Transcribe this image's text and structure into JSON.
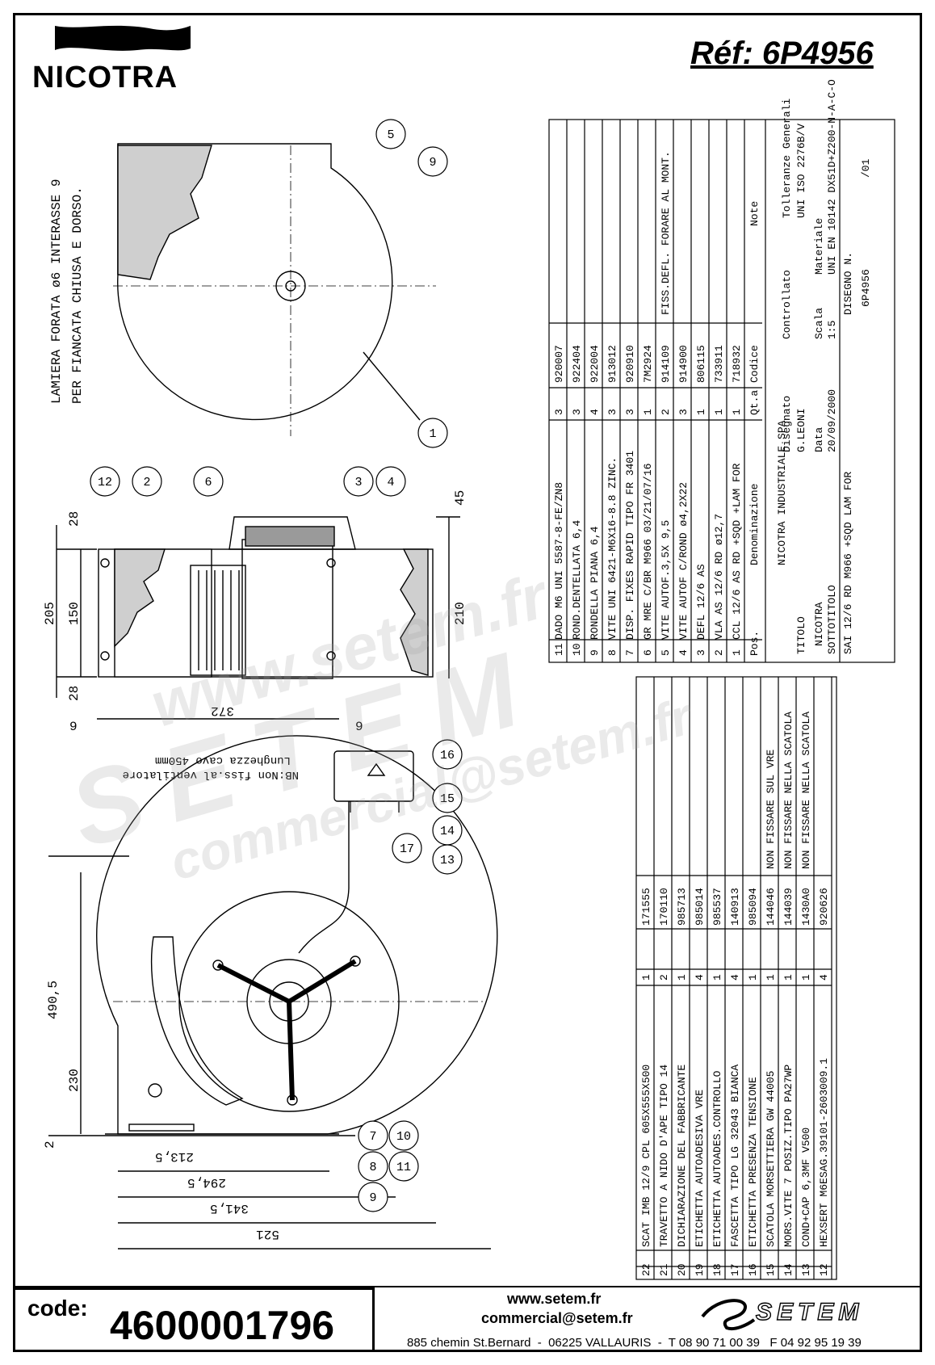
{
  "header": {
    "brand": "NICOTRA",
    "reference": "Réf: 6P4956"
  },
  "drawing": {
    "top_note_line1": "LAMIERA FORATA ø6 INTERASSE 9",
    "top_note_line2": "PER FIANCATA CHIUSA E DORSO.",
    "bottom_note_line1": "NB:Non fiss.al ventilatore",
    "bottom_note_line2": "Lunghezza cavo 450mm",
    "dimensions": {
      "d28a": "28",
      "d205": "205",
      "d150": "150",
      "d28b": "28",
      "d45": "45",
      "d210": "210",
      "d9a": "9",
      "d372": "372",
      "d9b": "9",
      "d490": "490,5",
      "d230": "230",
      "d2": "2",
      "d213": "213,5",
      "d294": "294,5",
      "d341": "341,5",
      "d521": "521"
    },
    "balloons_top": [
      "5",
      "9",
      "1"
    ],
    "balloons_mid": [
      "12",
      "2",
      "6",
      "3",
      "4"
    ],
    "balloons_bot": [
      "16",
      "15",
      "14",
      "13",
      "17",
      "7",
      "8",
      "9",
      "10",
      "11"
    ]
  },
  "bom_upper": {
    "header": {
      "pos": "Pos.",
      "denominazione": "Denominazione",
      "qta": "Qt.a",
      "codice": "Codice",
      "note": "Note"
    },
    "rows": [
      {
        "pos": "11",
        "den": "DADO M6 UNI 5587-8-FE/ZN8",
        "qta": "3",
        "code": "920007",
        "note": ""
      },
      {
        "pos": "10",
        "den": "ROND.DENTELLATA 6,4",
        "qta": "3",
        "code": "922404",
        "note": ""
      },
      {
        "pos": "9",
        "den": "RONDELLA PIANA 6,4",
        "qta": "4",
        "code": "922004",
        "note": ""
      },
      {
        "pos": "8",
        "den": "VITE UNI 6421-M6X16-8.8 ZINC.",
        "qta": "3",
        "code": "913012",
        "note": ""
      },
      {
        "pos": "7",
        "den": "DISP. FIXES RAPID TIPO FR 3401",
        "qta": "3",
        "code": "920910",
        "note": ""
      },
      {
        "pos": "6",
        "den": "GR MRE C/BR M966 03/21/07/16",
        "qta": "1",
        "code": "7M2924",
        "note": ""
      },
      {
        "pos": "5",
        "den": "VITE AUTOF.3,5X 9,5",
        "qta": "2",
        "code": "914109",
        "note": "FISS.DEFL. FORARE AL MONT."
      },
      {
        "pos": "4",
        "den": "VITE AUTOF C/ROND ø4,2X22",
        "qta": "3",
        "code": "914900",
        "note": ""
      },
      {
        "pos": "3",
        "den": "DEFL 12/6 AS",
        "qta": "1",
        "code": "806115",
        "note": ""
      },
      {
        "pos": "2",
        "den": "VLA AS 12/6 RD ø12,7",
        "qta": "1",
        "code": "733911",
        "note": ""
      },
      {
        "pos": "1",
        "den": "CCL 12/6 AS RD +SQD +LAM FOR",
        "qta": "1",
        "code": "718932",
        "note": ""
      }
    ]
  },
  "title_block": {
    "company": "NICOTRA INDUSTRIALE SPA",
    "logo": "NICOTRA",
    "designed_label": "Disegnato",
    "designed": "G.LEONI",
    "controlled_label": "Controllato",
    "date_label": "Data",
    "date": "20/09/2000",
    "scale_label": "Scala",
    "scale": "1:5",
    "material_label": "Materiale",
    "material": "UNI EN 10142 DX51D+Z200-N-A-C-O",
    "tolerance_label": "Tolleranze Generali",
    "tolerance": "UNI ISO 2276B/V",
    "title_label": "TITOLO",
    "title": "SAI 12/6 RD M966 +SQD LAM FOR",
    "subtitle_label": "SOTTOTITOLO",
    "drawing_no_label": "DISEGNO N.",
    "drawing_no": "6P4956",
    "revision": "/01"
  },
  "bom_lower": {
    "rows": [
      {
        "pos": "22",
        "den": "SCAT IMB 12/9 CPL 605X555X500",
        "qta": "1",
        "code": "171555",
        "note": ""
      },
      {
        "pos": "21",
        "den": "TRAVETTO A NIDO D'APE TIPO 14",
        "qta": "2",
        "code": "170110",
        "note": ""
      },
      {
        "pos": "20",
        "den": "DICHIARAZIONE DEL FABBRICANTE",
        "qta": "1",
        "code": "985713",
        "note": ""
      },
      {
        "pos": "19",
        "den": "ETICHETTA AUTOADESIVA VRE",
        "qta": "4",
        "code": "985014",
        "note": ""
      },
      {
        "pos": "18",
        "den": "ETICHETTA AUTOADES.CONTROLLO",
        "qta": "1",
        "code": "985537",
        "note": ""
      },
      {
        "pos": "17",
        "den": "FASCETTA TIPO LG 32043 BIANCA",
        "qta": "4",
        "code": "140913",
        "note": ""
      },
      {
        "pos": "16",
        "den": "ETICHETTA PRESENZA TENSIONE",
        "qta": "1",
        "code": "985094",
        "note": ""
      },
      {
        "pos": "15",
        "den": "SCATOLA MORSETTIERA GW 44005",
        "qta": "1",
        "code": "144046",
        "note": "NON FISSARE SUL VRE"
      },
      {
        "pos": "14",
        "den": "MORS.VITE 7 POSIZ.TIPO PA27WP",
        "qta": "1",
        "code": "144039",
        "note": "NON FISSARE NELLA SCATOLA"
      },
      {
        "pos": "13",
        "den": "COND+CAP 6,3MF V500",
        "qta": "1",
        "code": "1430A0",
        "note": "NON FISSARE NELLA SCATOLA"
      },
      {
        "pos": "12",
        "den": "HEXSERT M6ESAG.39101-2603009.1",
        "qta": "4",
        "code": "920626",
        "note": ""
      }
    ]
  },
  "watermark": {
    "line1": "www.setem.fr",
    "line2": "SETEM",
    "line3": "commercial@setem.fr"
  },
  "footer": {
    "code_label": "code:",
    "code_value": "4600001796",
    "website": "www.setem.fr",
    "email": "commercial@setem.fr",
    "address": "885 chemin St.Bernard  -  06225 VALLAURIS  -  T 08 90 71 00 39   F 04 92 95 19 39",
    "logo_text": "SETEM"
  }
}
